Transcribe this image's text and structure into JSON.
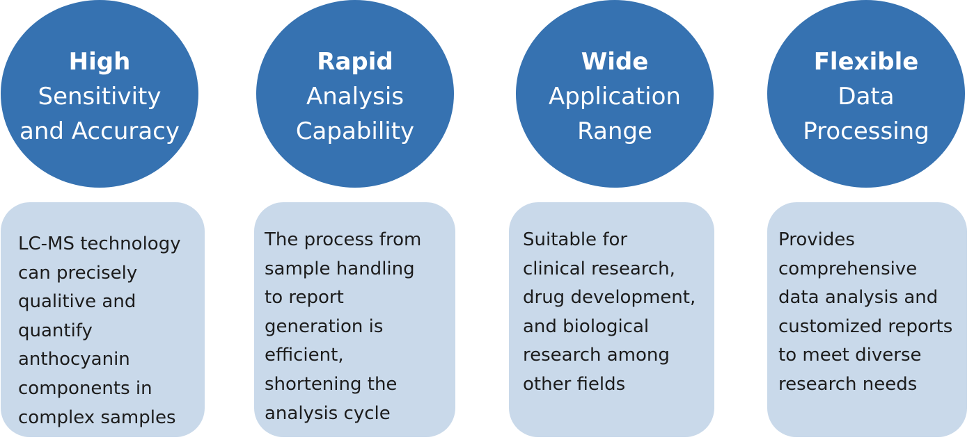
{
  "features": [
    {
      "title_bold": "High",
      "title_rest": "Sensitivity\nand Accuracy",
      "description": "LC-MS technology\ncan precisely\nqualitive and\nquantify\nanthocyanin\ncomponents in\ncomplex samples"
    },
    {
      "title_bold": "Rapid",
      "title_rest": "Analysis\nCapability",
      "description": "The process from\nsample handling\nto report\ngeneration is\nefficient,\nshortening the\nanalysis cycle"
    },
    {
      "title_bold": "Wide",
      "title_rest": "Application\nRange",
      "description": "Suitable for\nclinical research,\ndrug development,\nand biological\nresearch among\nother fields"
    },
    {
      "title_bold": "Flexible",
      "title_rest": "Data\nProcessing",
      "description": "Provides\ncomprehensive\ndata analysis and\ncustomized reports\nto meet diverse\nresearch needs"
    }
  ],
  "colors": {
    "circle_fill": "#3672b1",
    "card_fill": "#c9d9ea",
    "circle_text": "#ffffff",
    "card_text": "#1c1c1c"
  }
}
